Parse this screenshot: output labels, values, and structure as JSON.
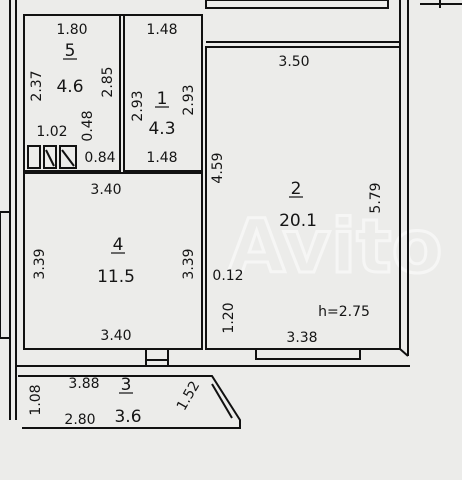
{
  "watermark": "Avito",
  "rooms": [
    {
      "number": "5",
      "area": "4.6"
    },
    {
      "number": "1",
      "area": "4.3"
    },
    {
      "number": "2",
      "area": "20.1"
    },
    {
      "number": "4",
      "area": "11.5"
    },
    {
      "number": "3",
      "area": "3.6"
    }
  ],
  "dimensions": {
    "room5_top": "1.80",
    "room5_left": "2.37",
    "room5_right": "2.85",
    "room5_bottom": "1.02",
    "room5_small": "0.48",
    "room5_small2": "0.84",
    "room1_top": "1.48",
    "room1_left": "2.93",
    "room1_right": "2.93",
    "room1_bottom": "1.48",
    "room2_top": "3.50",
    "room2_right": "5.79",
    "room2_left_upper": "4.59",
    "room2_left_gap": "0.12",
    "room2_left_lower": "1.20",
    "room2_bottom": "3.38",
    "ceiling_height": "h=2.75",
    "room4_top": "3.40",
    "room4_left": "3.39",
    "room4_right": "3.39",
    "room4_bottom": "3.40",
    "room3_top": "3.88",
    "room3_left": "1.08",
    "room3_bottom": "2.80",
    "room3_diagonal": "1.52"
  }
}
